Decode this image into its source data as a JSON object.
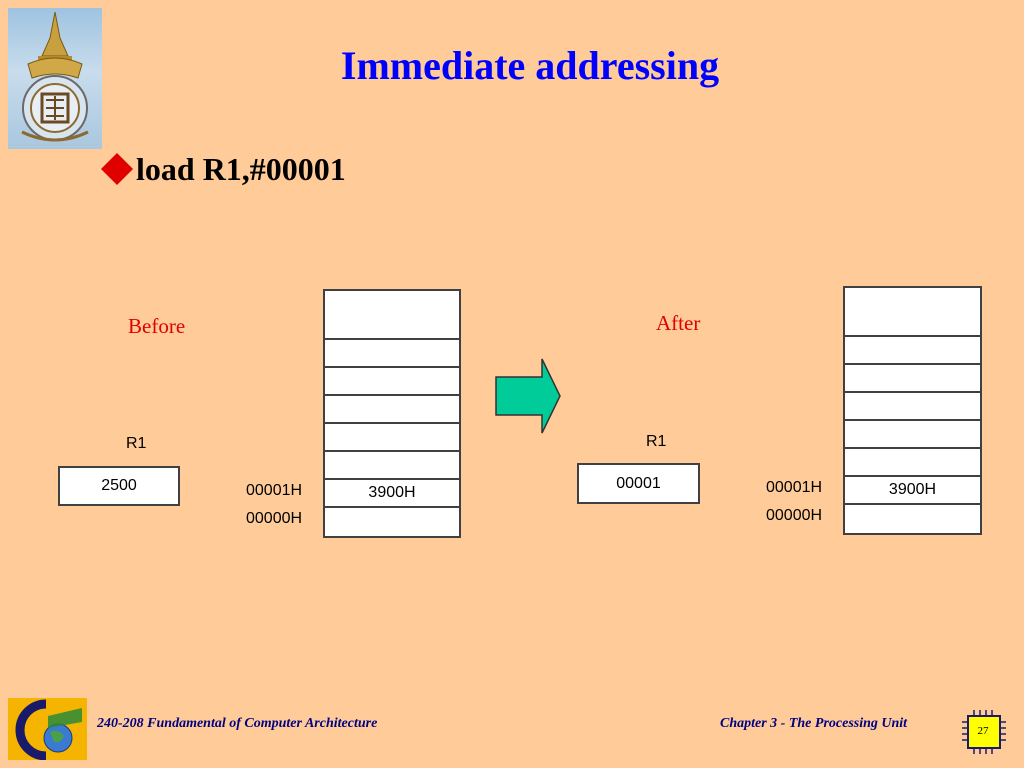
{
  "slide": {
    "title": "Immediate addressing",
    "bullet": "load R1,#00001",
    "accent_color": "#0000FF",
    "label_color": "#E00000",
    "background": "#FFCC99"
  },
  "before": {
    "heading": "Before",
    "register_name": "R1",
    "register_value": "2500",
    "memory": {
      "addr_labels": [
        "00001H",
        "00000H"
      ],
      "cell_value": "3900H"
    }
  },
  "after": {
    "heading": "After",
    "register_name": "R1",
    "register_value": "00001",
    "memory": {
      "addr_labels": [
        "00001H",
        "00000H"
      ],
      "cell_value": "3900H"
    }
  },
  "arrow": {
    "icon": "right-arrow-icon",
    "color": "#00CC99"
  },
  "footer": {
    "course": "240-208 Fundamental of Computer Architecture",
    "chapter": "Chapter 3 - The Processing Unit",
    "page_number": "27"
  }
}
